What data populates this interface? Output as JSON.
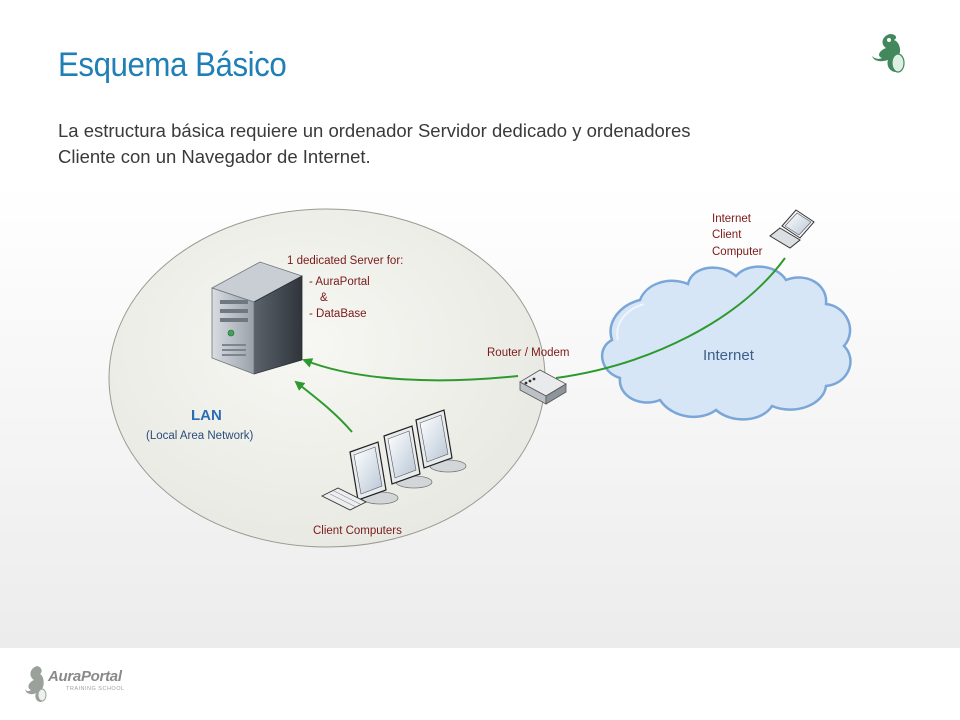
{
  "slide": {
    "title": "Esquema Básico",
    "subtitle_line1": "La estructura básica requiere un ordenador Servidor dedicado y ordenadores",
    "subtitle_line2": "Cliente con un Navegador de Internet."
  },
  "diagram": {
    "server_heading": "1 dedicated Server for:",
    "server_item1": "- AuraPortal",
    "server_item2": "&",
    "server_item3": "- DataBase",
    "lan_title": "LAN",
    "lan_subtitle": "(Local Area Network)",
    "router_label_a": "Router",
    "router_label_b": " / Modem",
    "internet_label": "Internet",
    "internet_client_1": "Internet",
    "internet_client_2": "Client",
    "internet_client_3": "Computer",
    "client_computers": "Client Computers"
  },
  "footer": {
    "brand": "AuraPortal",
    "tagline": "TRAINING SCHOOL"
  },
  "colors": {
    "title": "#1f7fb6",
    "label_red": "#7a1a1a",
    "lan_blue": "#2a6db5",
    "arrow_green": "#2e9a2e",
    "cloud_fill": "#d6e6f7",
    "cloud_stroke": "#7aa6d8"
  }
}
